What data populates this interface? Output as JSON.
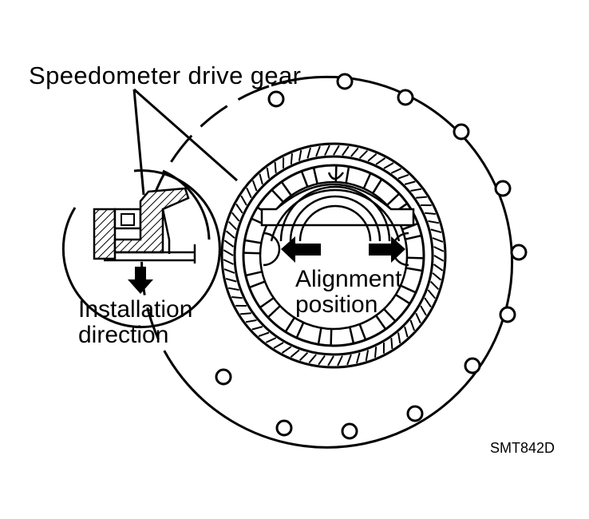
{
  "labels": {
    "gear": "Speedometer drive gear",
    "install_line1": "Installation",
    "install_line2": "direction",
    "align_line1": "Alignment",
    "align_line2": "position",
    "code": "SMT842D"
  },
  "colors": {
    "ink": "#000000",
    "paper": "#ffffff"
  },
  "icons": [
    "arrow-left-icon",
    "arrow-right-icon",
    "arrow-down-icon"
  ]
}
